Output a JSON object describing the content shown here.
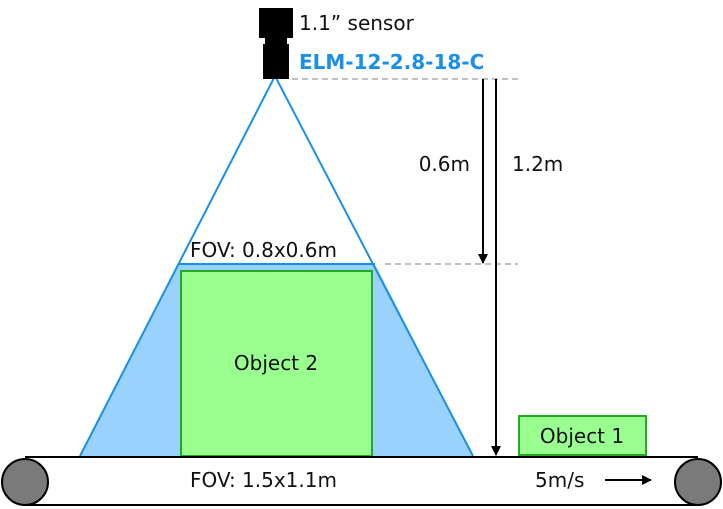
{
  "camera": {
    "sensor_label": "1.1” sensor",
    "lens_label": "ELM-12-2.8-18-C",
    "lens_color": "#1a8fe8"
  },
  "distances": {
    "near_label": "0.6m",
    "far_label": "1.2m"
  },
  "fov": {
    "near_label": "FOV: 0.8x0.6m",
    "far_label": "FOV: 1.5x1.1m",
    "cone_color": "#1a8fe8",
    "fill_color": "#99d2ff"
  },
  "objects": {
    "object1_label": "Object 1",
    "object2_label": "Object 2",
    "fill_color": "#99ff8f",
    "stroke_color": "#22aa22"
  },
  "conveyor": {
    "speed_label": "5m/s",
    "roller_color": "#7a7a7a"
  }
}
